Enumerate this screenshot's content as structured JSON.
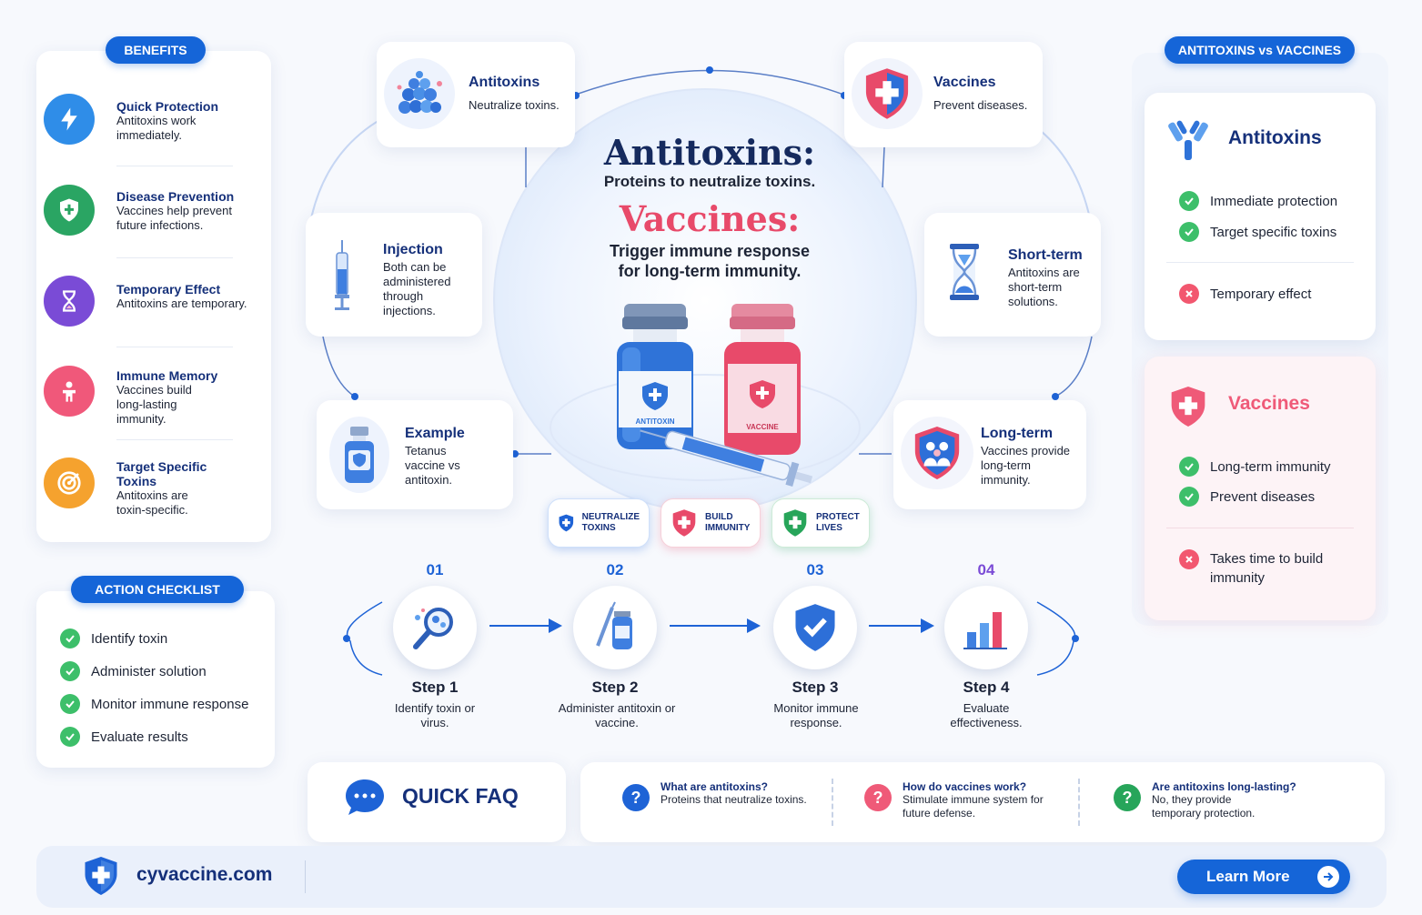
{
  "benefits": {
    "header": "BENEFITS",
    "items": [
      {
        "title": "Quick Protection",
        "text": "Antitoxins work immediately."
      },
      {
        "title": "Disease Prevention",
        "text": "Vaccines help prevent future infections."
      },
      {
        "title": "Temporary Effect",
        "text": "Antitoxins are temporary."
      },
      {
        "title": "Immune Memory",
        "text": "Vaccines build long-lasting immunity."
      },
      {
        "title": "Target Specific Toxins",
        "text": "Antitoxins are toxin-specific."
      }
    ]
  },
  "checklist": {
    "header": "ACTION CHECKLIST",
    "items": [
      "Identify toxin",
      "Administer solution",
      "Monitor immune response",
      "Evaluate results"
    ]
  },
  "center": {
    "title1": "Antitoxins:",
    "sub1": "Proteins to neutralize toxins.",
    "title2": "Vaccines:",
    "sub2a": "Trigger immune response",
    "sub2b": "for long-term immunity.",
    "vial_blue_label": "ANTITOXIN",
    "vial_red_label": "VACCINE"
  },
  "features": {
    "antitoxins": {
      "title": "Antitoxins",
      "text": "Neutralize toxins."
    },
    "vaccines": {
      "title": "Vaccines",
      "text": "Prevent diseases."
    },
    "injection": {
      "title": "Injection",
      "text": "Both can be administered through injections."
    },
    "short_term": {
      "title": "Short-term",
      "text": "Antitoxins are short-term solutions."
    },
    "example": {
      "title": "Example",
      "text": "Tetanus vaccine vs antitoxin."
    },
    "long_term": {
      "title": "Long-term",
      "text": "Vaccines provide long-term immunity."
    }
  },
  "badges": [
    {
      "line1": "NEUTRALIZE",
      "line2": "TOXINS",
      "color": "#1e63d6"
    },
    {
      "line1": "BUILD",
      "line2": "IMMUNITY",
      "color": "#e84a6a"
    },
    {
      "line1": "PROTECT",
      "line2": "LIVES",
      "color": "#27a55a"
    }
  ],
  "steps": [
    {
      "num": "01",
      "title": "Step 1",
      "text": "Identify toxin or virus."
    },
    {
      "num": "02",
      "title": "Step 2",
      "text": "Administer antitoxin or vaccine."
    },
    {
      "num": "03",
      "title": "Step 3",
      "text": "Monitor immune response."
    },
    {
      "num": "04",
      "title": "Step 4",
      "text": "Evaluate effectiveness."
    }
  ],
  "comparison": {
    "header": "ANTITOXINS vs VACCINES",
    "antitoxins": {
      "title": "Antitoxins",
      "pros": [
        "Immediate protection",
        "Target specific toxins"
      ],
      "cons": [
        "Temporary effect"
      ]
    },
    "vaccines": {
      "title": "Vaccines",
      "pros": [
        "Long-term immunity",
        "Prevent diseases"
      ],
      "cons": [
        "Takes time to build immunity"
      ]
    }
  },
  "faq": {
    "title": "QUICK FAQ",
    "items": [
      {
        "q": "What are antitoxins?",
        "a": "Proteins that neutralize toxins.",
        "color": "#1e63d6"
      },
      {
        "q": "How do vaccines work?",
        "a": "Stimulate immune system for future defense.",
        "color": "#ef5a78"
      },
      {
        "q": "Are antitoxins long-lasting?",
        "a": "No, they provide temporary protection.",
        "color": "#27a55a"
      }
    ]
  },
  "footer": {
    "site": "cyvaccine.com",
    "cta": "Learn More"
  },
  "colors": {
    "primary": "#1565d8",
    "vaccine": "#e84a6a",
    "success": "#3dbf6a"
  }
}
